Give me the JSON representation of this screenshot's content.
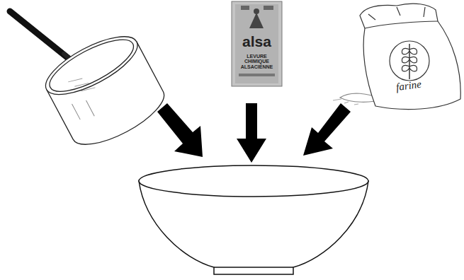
{
  "diagram": {
    "labels": [
      "alsa",
      "LEVURE CHIMIQUE ALSACIENNE",
      "farine"
    ]
  }
}
